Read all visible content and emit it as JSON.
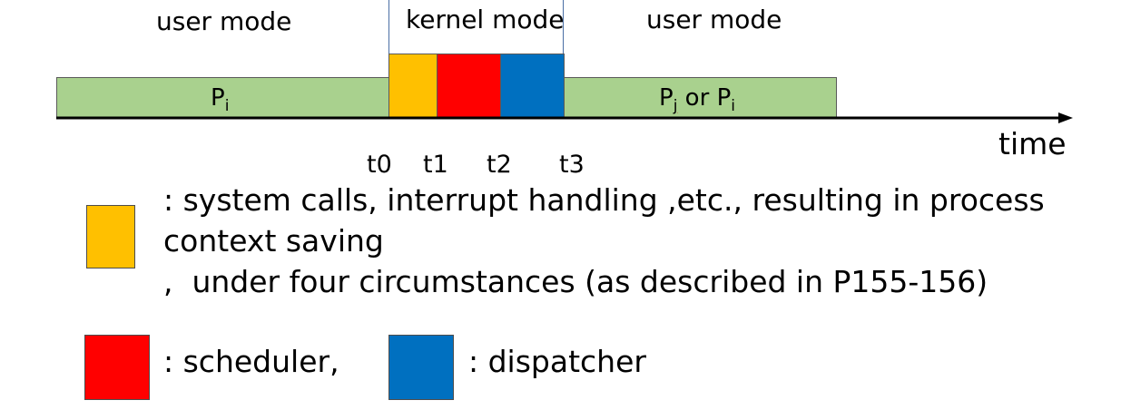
{
  "modes": {
    "user_left": "user mode",
    "kernel": "kernel mode",
    "user_right": "user mode"
  },
  "timeline": {
    "process_left": {
      "base": "P",
      "sub": "i"
    },
    "process_right": {
      "base1": "P",
      "sub1": "j",
      "or": " or ",
      "base2": "P",
      "sub2": "i"
    },
    "ticks": [
      "t0",
      "t1",
      "t2",
      "t3"
    ],
    "axis_label": "time"
  },
  "legend": {
    "orange_text": [
      ": system calls, interrupt handling ,etc.,  resulting in process",
      "context saving",
      ",  under four circumstances (as described in P155-156)"
    ],
    "red_text": ": scheduler,",
    "blue_text": ": dispatcher"
  },
  "colors": {
    "process_green": "#a9d18e",
    "orange": "#ffc000",
    "red": "#ff0000",
    "blue": "#0070c0"
  }
}
